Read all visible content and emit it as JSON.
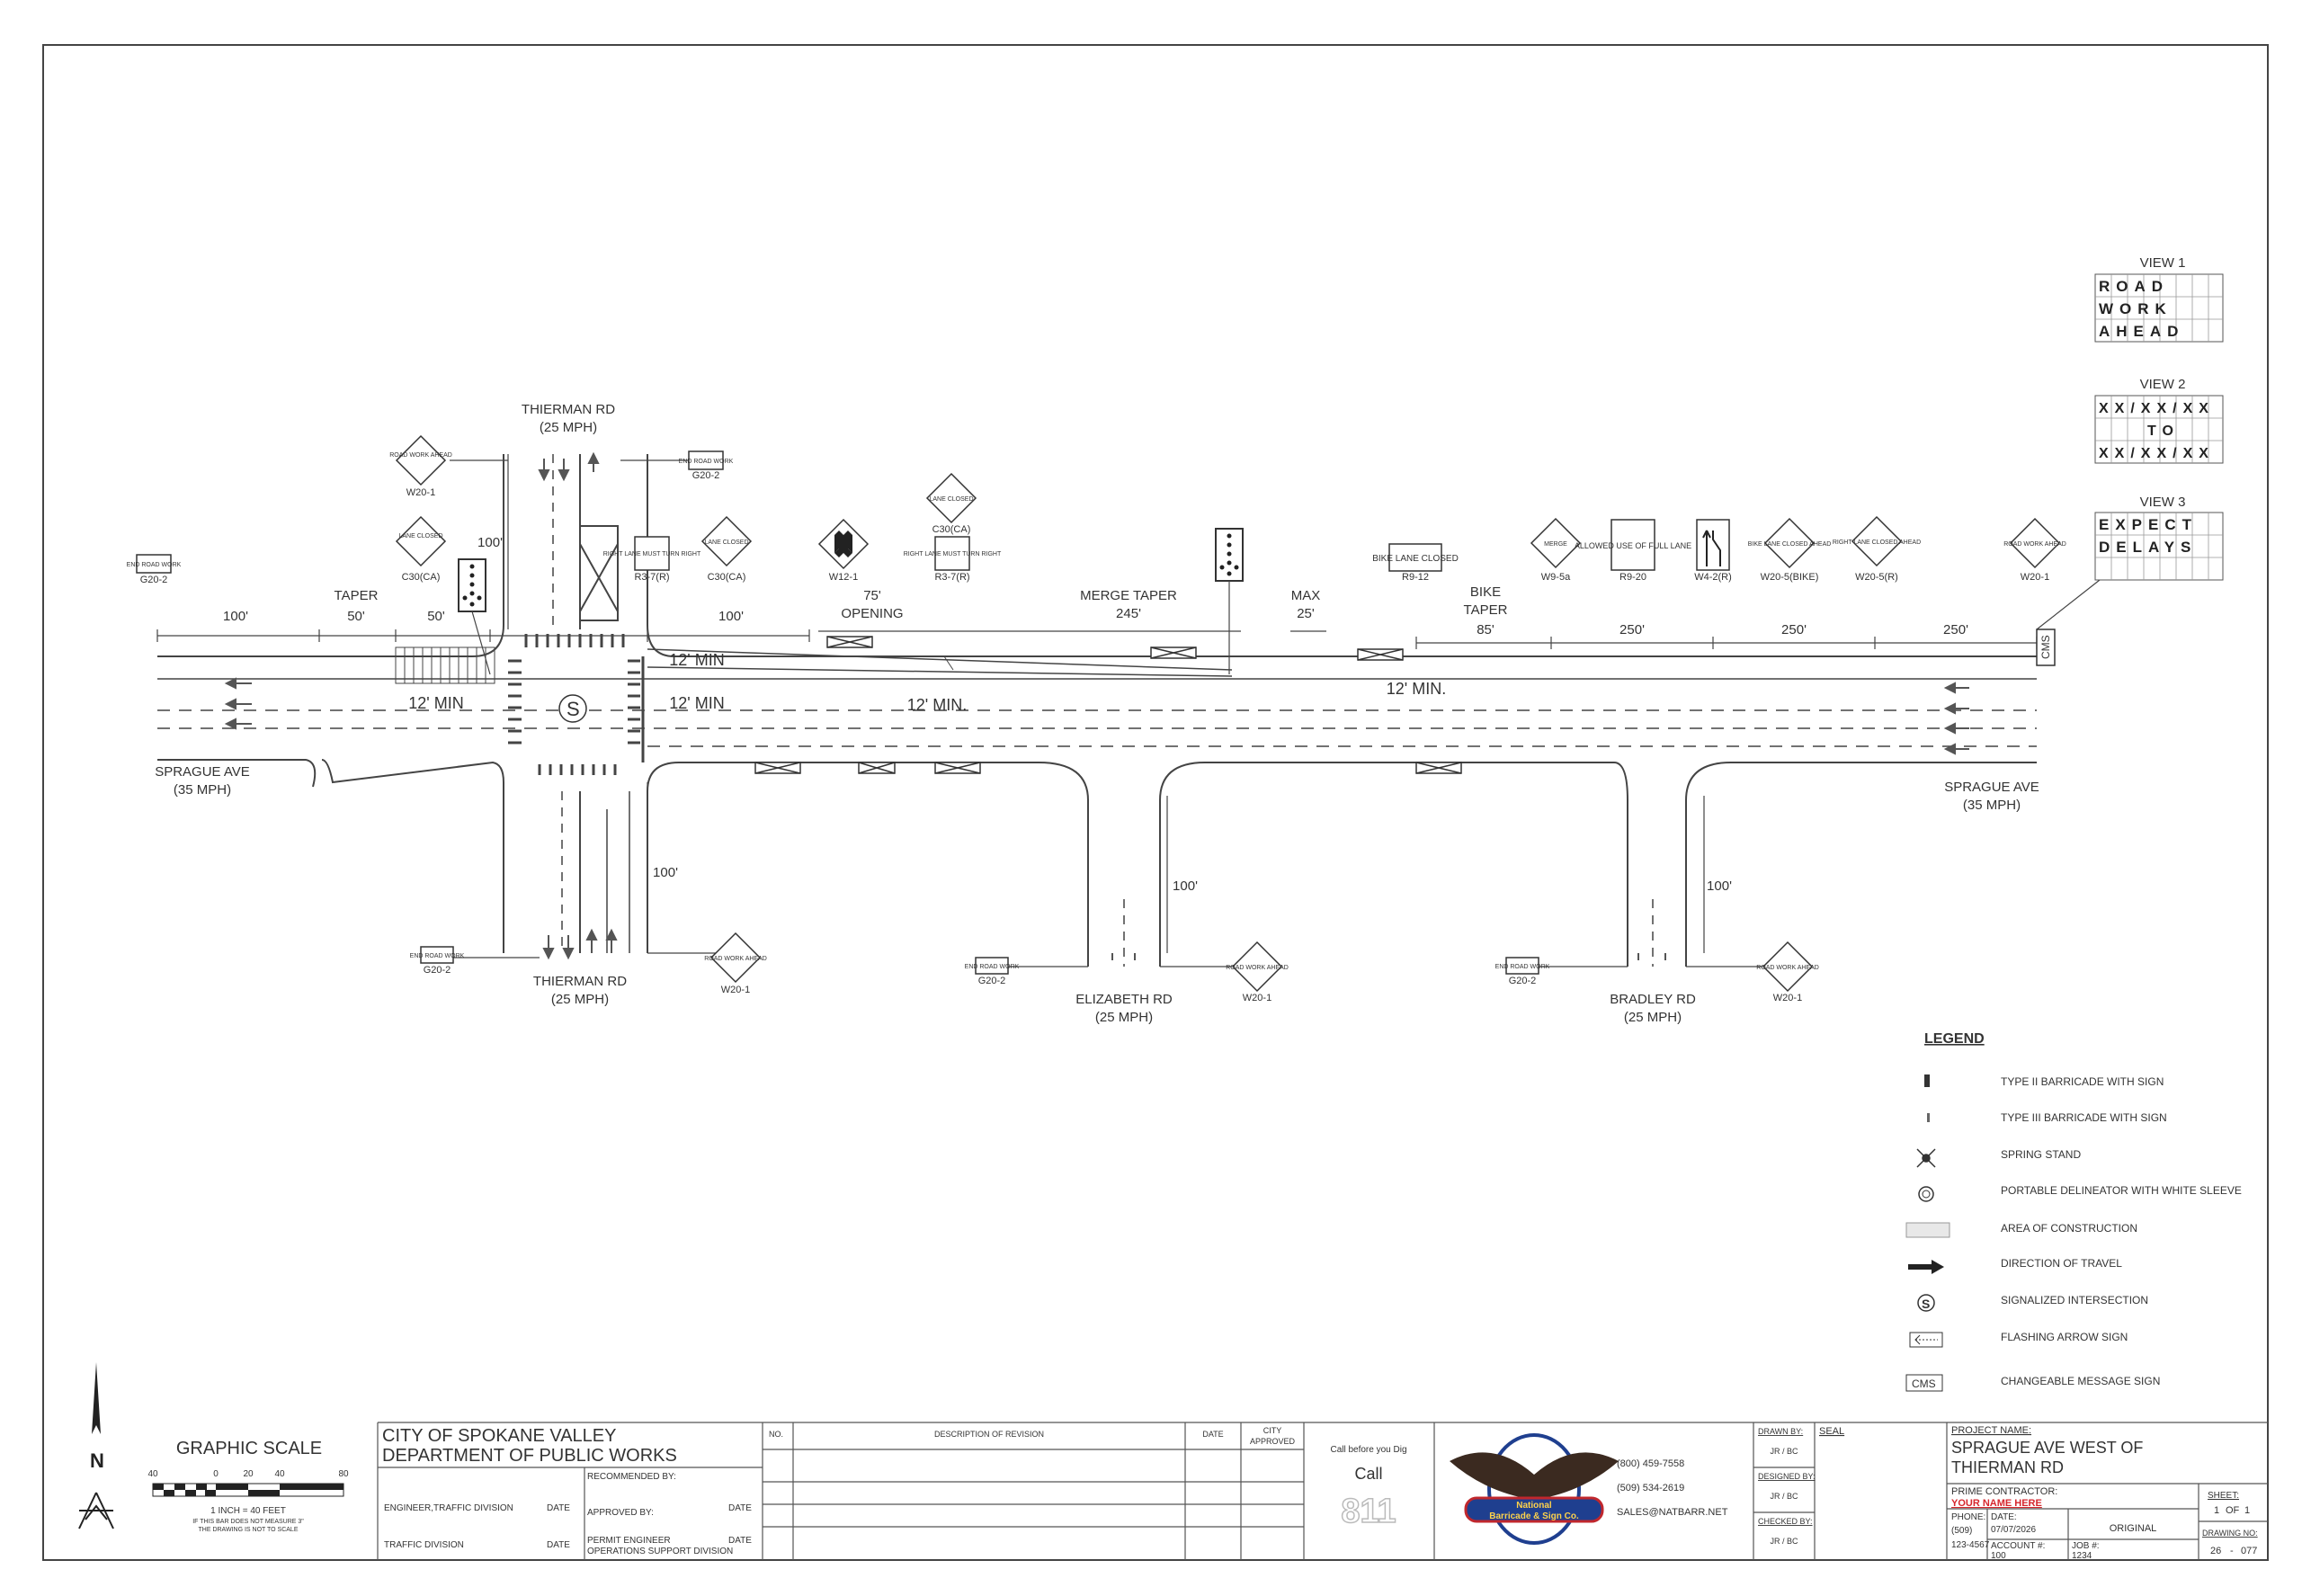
{
  "streets": {
    "thierman_north": "THIERMAN RD",
    "thierman_north_speed": "(25 MPH)",
    "thierman_south": "THIERMAN RD",
    "thierman_south_speed": "(25 MPH)",
    "sprague_west": "SPRAGUE AVE",
    "sprague_west_speed": "(35 MPH)",
    "sprague_east": "SPRAGUE AVE",
    "sprague_east_speed": "(35 MPH)",
    "elizabeth": "ELIZABETH RD",
    "elizabeth_speed": "(25 MPH)",
    "bradley": "BRADLEY RD",
    "bradley_speed": "(25 MPH)"
  },
  "dimensions": {
    "d100_a": "100'",
    "taper_label": "TAPER",
    "taper_50": "50'",
    "d50": "50'",
    "d100_vert_n": "100'",
    "d100_b": "100'",
    "opening_75": "75'",
    "opening_label": "OPENING",
    "merge_taper_label": "MERGE TAPER",
    "merge_taper_245": "245'",
    "max_label": "MAX",
    "max_25": "25'",
    "bike_taper_label": "BIKE",
    "bike_taper_label2": "TAPER",
    "bike_taper_85": "85'",
    "d250_a": "250'",
    "d250_b": "250'",
    "d250_c": "250'",
    "min12_a": "12' MIN",
    "min12_b": "12' MIN",
    "min12_c": "12' MIN",
    "min12_d": "12' MIN.",
    "min12_e": "12' MIN.",
    "d100_south": "100'",
    "d100_elizabeth": "100'",
    "d100_bradley": "100'"
  },
  "signs": {
    "road_work_ahead": "ROAD WORK AHEAD",
    "w20_1": "W20-1",
    "end_road_work": "END ROAD WORK",
    "g20_2": "G20-2",
    "lane_closed": "LANE CLOSED",
    "c30_ca": "C30(CA)",
    "right_lane_must_turn": "RIGHT LANE MUST TURN RIGHT",
    "r3_7r": "R3-7(R)",
    "w12_1": "W12-1",
    "bike_lane_closed": "BIKE LANE CLOSED",
    "r9_12": "R9-12",
    "merge": "MERGE",
    "w9_5a": "W9-5a",
    "allowed_use": "ALLOWED USE OF FULL LANE",
    "r9_20": "R9-20",
    "w4_2r": "W4-2(R)",
    "bike_lane_closed_ahead": "BIKE LANE CLOSED AHEAD",
    "w20_5_bike": "W20-5(BIKE)",
    "right_lane_closed_ahead": "RIGHT LANE CLOSED AHEAD",
    "w20_5r": "W20-5(R)",
    "cms": "CMS",
    "signal": "S"
  },
  "cms_views": [
    {
      "title": "VIEW 1",
      "rows": [
        "ROAD",
        "WORK",
        "AHEAD"
      ]
    },
    {
      "title": "VIEW 2",
      "rows": [
        "XX/XX/XX",
        "TO",
        "XX/XX/XX"
      ]
    },
    {
      "title": "VIEW 3",
      "rows": [
        "EXPECT",
        "DELAYS"
      ]
    }
  ],
  "legend": {
    "title": "LEGEND",
    "items": [
      "TYPE II BARRICADE WITH SIGN",
      "TYPE III BARRICADE WITH SIGN",
      "SPRING STAND",
      "PORTABLE DELINEATOR WITH WHITE SLEEVE",
      "AREA OF CONSTRUCTION",
      "DIRECTION OF TRAVEL",
      "SIGNALIZED INTERSECTION",
      "FLASHING ARROW SIGN",
      "CHANGEABLE MESSAGE SIGN"
    ],
    "sig_symbol": "S",
    "cms_symbol": "CMS"
  },
  "scale": {
    "title": "GRAPHIC SCALE",
    "t40a": "40",
    "t0": "0",
    "t20": "20",
    "t40b": "40",
    "t80": "80",
    "ratio": "1 INCH = 40 FEET",
    "note1": "IF THIS BAR DOES NOT MEASURE 3\"",
    "note2": "THE DRAWING IS NOT TO SCALE",
    "north": "N"
  },
  "title_block": {
    "agency1": "CITY OF SPOKANE VALLEY",
    "agency2": "DEPARTMENT OF PUBLIC WORKS",
    "recommended_by": "RECOMMENDED BY:",
    "engineer_traffic": "ENGINEER,TRAFFIC DIVISION",
    "date1": "DATE",
    "approved_by": "APPROVED BY:",
    "date2": "DATE",
    "traffic_division": "TRAFFIC DIVISION",
    "date3": "DATE",
    "permit_engineer": "PERMIT ENGINEER",
    "ops_support": "OPERATIONS SUPPORT DIVISION",
    "date4": "DATE",
    "no": "NO.",
    "description": "DESCRIPTION OF REVISION",
    "date_col": "DATE",
    "city_approved1": "CITY",
    "city_approved2": "APPROVED",
    "call_before": "Call before you Dig",
    "call": "Call",
    "n811": "811",
    "company1": "National",
    "company2": "Barricade & Sign Co.",
    "phone1": "(800) 459-7558",
    "phone2": "(509) 534-2619",
    "email": "SALES@NATBARR.NET",
    "drawn_by": "DRAWN BY:",
    "drawn_val": "JR / BC",
    "designed_by": "DESIGNED BY:",
    "designed_val": "JR / BC",
    "checked_by": "CHECKED BY:",
    "checked_val": "JR / BC",
    "seal": "SEAL",
    "project_name_label": "PROJECT NAME:",
    "project_name1": "SPRAGUE AVE WEST OF",
    "project_name2": "THIERMAN RD",
    "prime_contractor": "PRIME CONTRACTOR:",
    "your_name": "YOUR NAME HERE",
    "phone_label": "PHONE:",
    "phone_val1": "(509)",
    "phone_val2": "123-4567",
    "date_label": "DATE:",
    "date_val": "07/07/2026",
    "original": "ORIGINAL",
    "account_label": "ACCOUNT #:",
    "account_val": "100",
    "job_label": "JOB #:",
    "job_val": "1234",
    "sheet_label": "SHEET:",
    "sheet_val": "1",
    "sheet_of": "OF",
    "sheet_total": "1",
    "drawing_no_label": "DRAWING NO:",
    "drawing_no_a": "26",
    "drawing_no_dash": "-",
    "drawing_no_b": "077"
  },
  "colors": {
    "line": "#333333",
    "brand_red": "#c0272d",
    "brand_blue": "#1f3f8f",
    "highlight_red": "#d6262c"
  }
}
